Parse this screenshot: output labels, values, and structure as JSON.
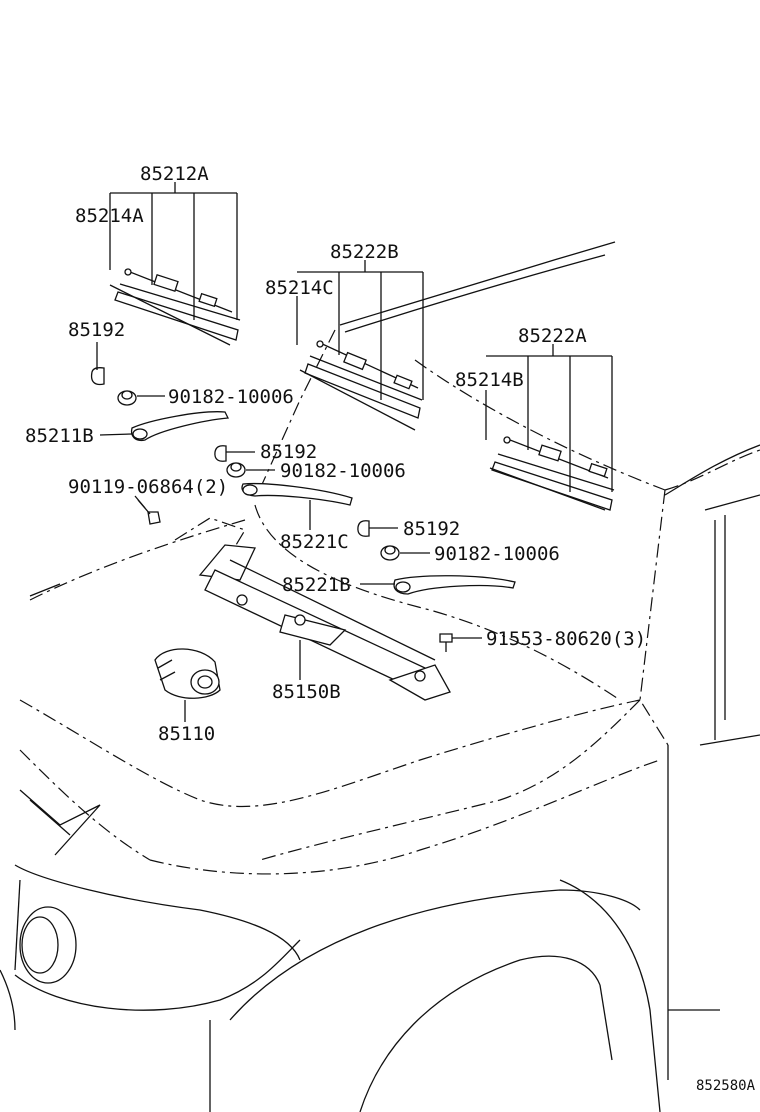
{
  "parts": {
    "blade_front_left_assy": "85212A",
    "blade_insert_left": "85214A",
    "blade_front_center_assy": "85222B",
    "blade_insert_center": "85214C",
    "blade_front_right_assy": "85222A",
    "blade_insert_right": "85214B",
    "cap_1": "85192",
    "cap_2": "85192",
    "cap_3": "85192",
    "nut_1": "90182-10006",
    "nut_2": "90182-10006",
    "nut_3": "90182-10006",
    "arm_left": "85211B",
    "arm_center": "85221C",
    "arm_right": "85221B",
    "bolt_left": "90119-06864(2)",
    "bolt_right": "91553-80620(3)",
    "link_assy": "85150B",
    "motor": "85110"
  },
  "figure_code": "852580A"
}
